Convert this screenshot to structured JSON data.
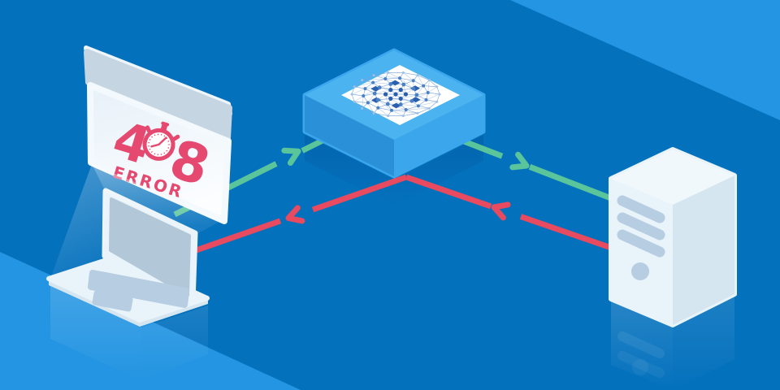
{
  "scene": {
    "description": "408 request timeout illustration: laptop client, network node, server",
    "error_page": {
      "code_prefix": "4",
      "code_suffix": "8",
      "label": "ERROR"
    },
    "icons": {
      "stopwatch": "stopwatch-icon",
      "mesh": "network-mesh-graphic"
    },
    "colors": {
      "background": "#0471bd",
      "background_light": "#2495e2",
      "error_pink": "#e5496f",
      "request_green": "#5ac49a",
      "response_red": "#e84a5f",
      "node_top": "#4ab3f0",
      "node_left": "#2a90d8",
      "node_front": "#3ba6ec",
      "node_inlay": "#ffffff",
      "device_light": "#e9f3fa",
      "device_shade": "#d6e6f1",
      "device_top": "#f1f8fc",
      "device_detail": "#b6cde2",
      "screen_grey": "#b2c7d7",
      "panel_header": "#c5d5e2",
      "panel_body": "#ecf5fb",
      "mesh_dark": "#2a5fae",
      "mesh_mid": "#4a80c6",
      "mesh_light": "#9fc0e8"
    }
  }
}
